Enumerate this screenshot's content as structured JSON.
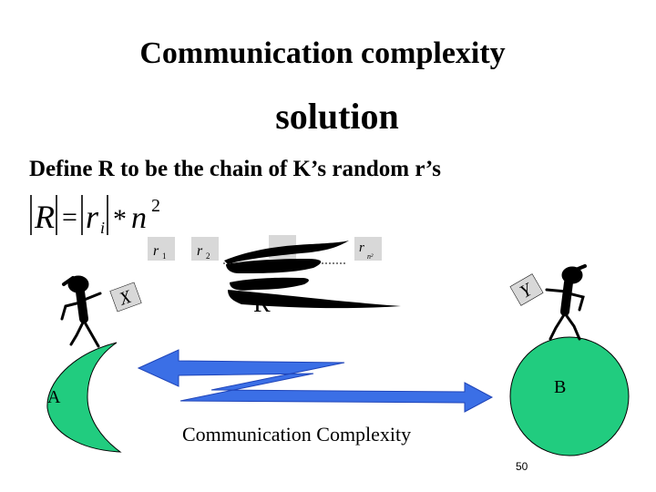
{
  "title": "Communication complexity",
  "subtitle": "solution",
  "definition": "Define R to be the chain of K’s random r’s",
  "formula": {
    "lhs_var": "R",
    "rhs_var": "r",
    "rhs_sub": "i",
    "op": "*",
    "n_var": "n",
    "exp": "2"
  },
  "chain": {
    "labels": [
      {
        "main": "r",
        "sub": "1"
      },
      {
        "main": "r",
        "sub": "2"
      },
      {
        "main": "r",
        "sub": "n²"
      }
    ],
    "name": "R"
  },
  "party_a": {
    "label": "A",
    "card": "X"
  },
  "party_b": {
    "label": "B",
    "card": "Y"
  },
  "arrow_label": "Communication Complexity",
  "page_number": "50",
  "colors": {
    "party_fill": "#21cc7f",
    "arrow_fill": "#3b6fe6",
    "box_fill": "#d8d8d8",
    "stick_figure": "#000000"
  },
  "icons": {
    "person_left": "stick-figure-icon",
    "person_right": "stick-figure-icon"
  }
}
